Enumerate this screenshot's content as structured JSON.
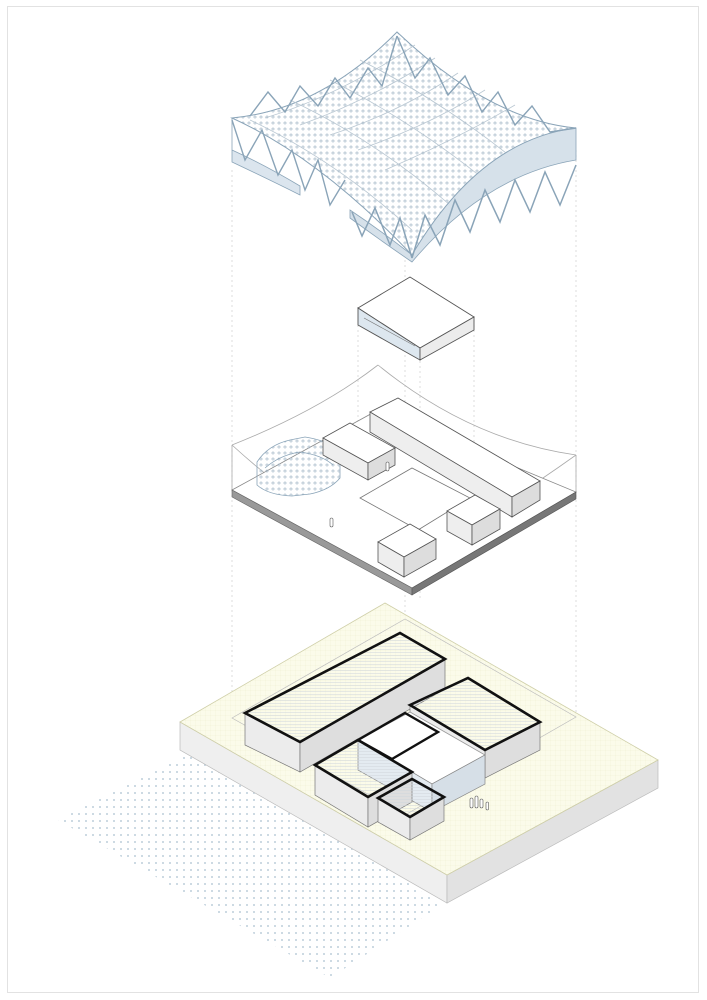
{
  "diagram": {
    "kind": "exploded-axonometric",
    "layers": [
      "roof-canopy",
      "upper-volume",
      "main-floor-level",
      "ground-base"
    ],
    "colors": {
      "line": "#555555",
      "thick_line": "#111111",
      "glass": "#dbe6ef",
      "canopy_line": "#8aa4b8",
      "ground": "#fbfbea",
      "ground_side": "#f0f0d6",
      "wall": "#ececec",
      "wall_dark": "#d9d9d9",
      "dots": "#a9bfcf",
      "guide": "#c9c9c9"
    }
  }
}
